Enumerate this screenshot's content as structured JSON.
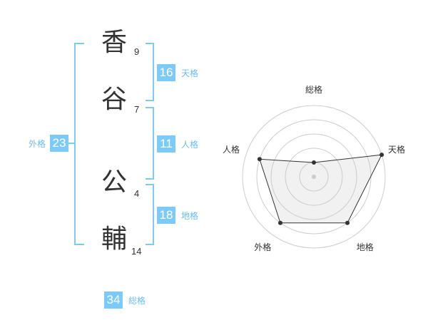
{
  "name": {
    "chars": [
      {
        "char": "香",
        "strokes": "9"
      },
      {
        "char": "谷",
        "strokes": "7"
      },
      {
        "char": "公",
        "strokes": "4"
      },
      {
        "char": "輔",
        "strokes": "14"
      }
    ]
  },
  "kaku": {
    "ten": {
      "value": "16",
      "label": "天格"
    },
    "jin": {
      "value": "11",
      "label": "人格"
    },
    "chi": {
      "value": "18",
      "label": "地格"
    },
    "gai": {
      "value": "23",
      "label": "外格"
    },
    "sou": {
      "value": "34",
      "label": "総格"
    }
  },
  "colors": {
    "accent": "#7ccaf8",
    "text": "#333333",
    "grid": "#cccccc"
  },
  "chart_data": {
    "type": "radar",
    "axes": [
      "総格",
      "天格",
      "地格",
      "外格",
      "人格"
    ],
    "values": [
      1,
      5,
      4,
      4,
      4
    ],
    "max": 5,
    "rings": 5
  }
}
